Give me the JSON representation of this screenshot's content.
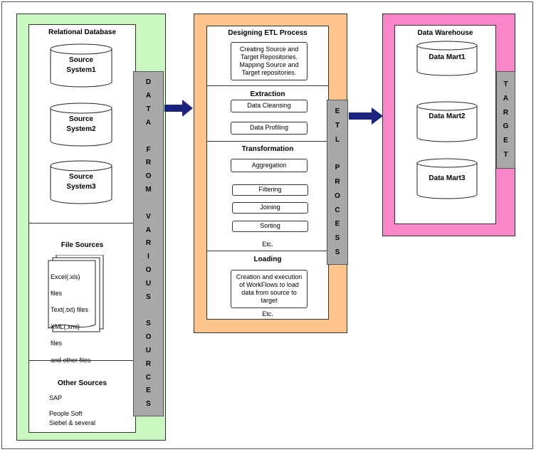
{
  "left_panel": {
    "relational_title": "Relational Database",
    "source_systems": [
      {
        "line1": "Source",
        "line2": "System1"
      },
      {
        "line1": "Source",
        "line2": "System2"
      },
      {
        "line1": "Source",
        "line2": "System3"
      }
    ],
    "file_title": "File Sources",
    "file_items": [
      "Excel(.xls)",
      "files",
      "Text(.txt) files",
      "XML(.xml)",
      "files",
      "and other files"
    ],
    "other_title": "Other Sources",
    "other_items": [
      "SAP",
      "People Soft",
      "Siebel & several"
    ],
    "side_label_words": [
      [
        "D",
        "A",
        "T",
        "A"
      ],
      [
        "F",
        "R",
        "O",
        "M"
      ],
      [
        "V",
        "A",
        "R",
        "I",
        "O",
        "U",
        "S"
      ],
      [
        "S",
        "O",
        "U",
        "R",
        "C",
        "E",
        "S"
      ]
    ]
  },
  "middle_panel": {
    "design_title": "Designing ETL Process",
    "design_text": [
      "Creating Source and",
      "Target Repositories.",
      "Mapping Source and",
      "Target repositories."
    ],
    "extraction_title": "Extraction",
    "extraction_items": [
      "Data Cleansing",
      "Data Profiling"
    ],
    "transformation_title": "Transformation",
    "transformation_items": [
      "Aggregation",
      "Filtering",
      "Joining",
      "Sorting"
    ],
    "transformation_etc": "Etc.",
    "loading_title": "Loading",
    "loading_text": [
      "Creation and execution",
      "of WorkFlows to load",
      "data from source to",
      "target"
    ],
    "loading_etc": "Etc.",
    "side_label_words": [
      [
        "E",
        "T",
        "L"
      ],
      [
        "P",
        "R",
        "O",
        "C",
        "E",
        "S",
        "S"
      ]
    ]
  },
  "right_panel": {
    "title": "Data Warehouse",
    "marts": [
      "Data Mart1",
      "Data Mart2",
      "Data Mart3"
    ],
    "side_label": [
      "T",
      "A",
      "R",
      "G",
      "E",
      "T"
    ]
  },
  "colors": {
    "green": "#c8f8c0",
    "orange": "#fcc38a",
    "pink": "#f986c8",
    "gray_bar": "#a8a8a8",
    "arrow": "#1a237e"
  }
}
